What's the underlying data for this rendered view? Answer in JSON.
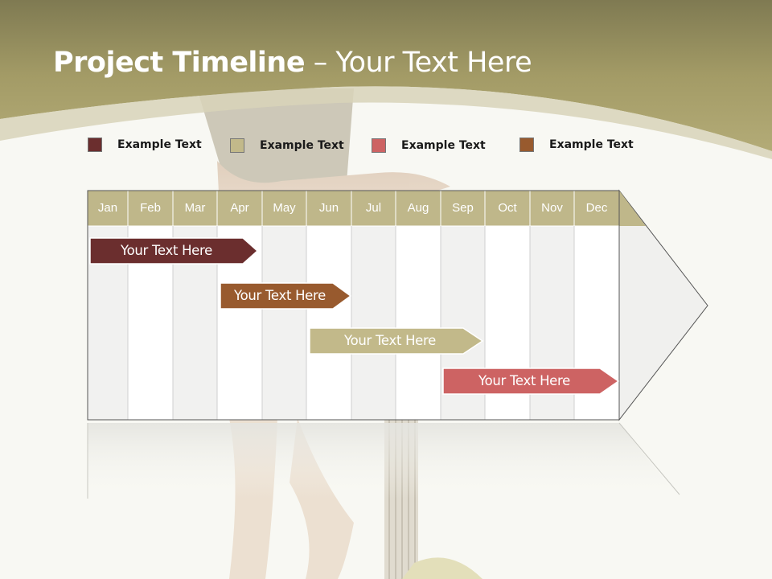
{
  "slide": {
    "title_bold": "Project Timeline",
    "title_rest": " – Your Text Here"
  },
  "legend": [
    {
      "label": "Example Text",
      "color": "#6b2e2e"
    },
    {
      "label": "Example Text",
      "color": "#c2b98a"
    },
    {
      "label": "Example Text",
      "color": "#cd6363"
    },
    {
      "label": "Example Text",
      "color": "#985a2e"
    }
  ],
  "timeline": {
    "months": [
      "Jan",
      "Feb",
      "Mar",
      "Apr",
      "May",
      "Jun",
      "Jul",
      "Aug",
      "Sep",
      "Oct",
      "Nov",
      "Dec"
    ],
    "header_color": "#bfb78a",
    "tasks": [
      {
        "label": "Your  Text Here",
        "color": "#6b2e2e"
      },
      {
        "label": "Your  Text Here",
        "color": "#985a2e"
      },
      {
        "label": "Your  Text Here",
        "color": "#c2b98a"
      },
      {
        "label": "Your  Text Here",
        "color": "#cd6363"
      }
    ]
  },
  "colors": {
    "band_top": "#8f8a5d",
    "band_mid": "#b0a771",
    "background": "#f8f8f3"
  }
}
